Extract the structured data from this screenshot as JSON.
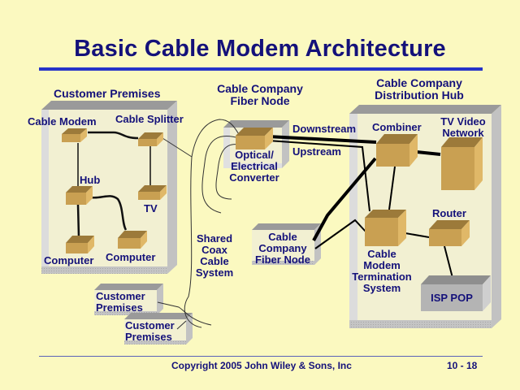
{
  "slide": {
    "title": "Basic Cable Modem Architecture",
    "footer": "Copyright 2005 John Wiley & Sons, Inc",
    "page_number": "10 - 18"
  },
  "colors": {
    "background": "#fbf9c0",
    "title_text": "#14117a",
    "title_rule": "#2633c8",
    "device_box": "#c8a050",
    "panel_face": "#f2f0d2",
    "panel_frame": "#d6d6d6",
    "isp_box": "#b8b8b8"
  },
  "sections": {
    "customer_premises": {
      "header": "Customer Premises",
      "devices": {
        "cable_modem": "Cable Modem",
        "cable_splitter": "Cable Splitter",
        "hub": "Hub",
        "tv": "TV",
        "computer_1": "Computer",
        "computer_2": "Computer"
      }
    },
    "fiber_node": {
      "header_line1": "Cable Company",
      "header_line2": "Fiber Node",
      "device_line1": "Optical/",
      "device_line2": "Electrical",
      "device_line3": "Converter"
    },
    "distribution_hub": {
      "header_line1": "Cable Company",
      "header_line2": "Distribution Hub",
      "devices": {
        "combiner": "Combiner",
        "tv_video_line1": "TV Video",
        "tv_video_line2": "Network",
        "router": "Router",
        "cmts_line1": "Cable",
        "cmts_line2": "Modem",
        "cmts_line3": "Termination",
        "cmts_line4": "System",
        "isp_pop": "ISP POP"
      }
    },
    "links": {
      "downstream": "Downstream",
      "upstream": "Upstream"
    },
    "shared_coax": {
      "line1": "Shared",
      "line2": "Coax",
      "line3": "Cable",
      "line4": "System"
    },
    "other_fiber_node": {
      "line1": "Cable",
      "line2": "Company",
      "line3": "Fiber Node"
    },
    "other_premises": [
      {
        "line1": "Customer",
        "line2": "Premises"
      },
      {
        "line1": "Customer",
        "line2": "Premises"
      }
    ]
  }
}
